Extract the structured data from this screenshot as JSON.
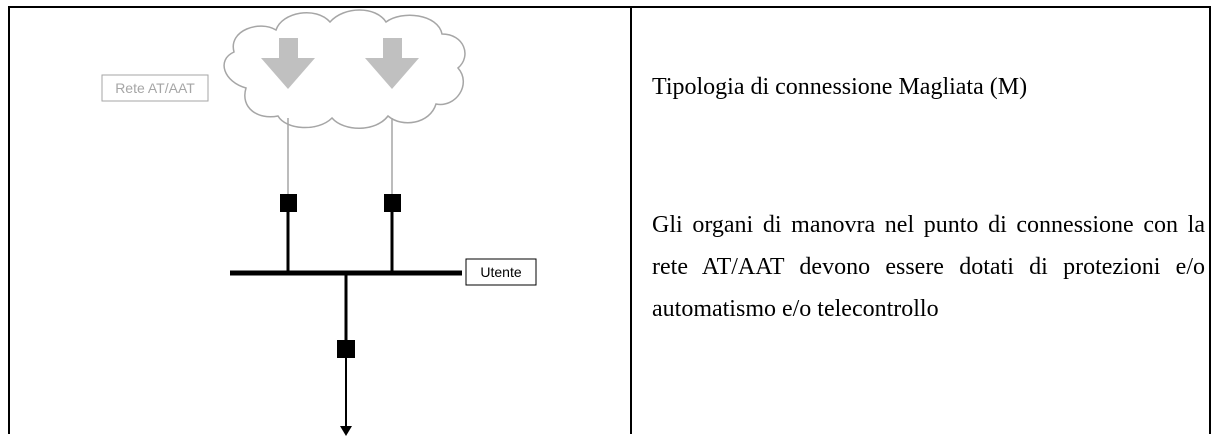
{
  "diagram": {
    "network_label": "Rete AT/AAT",
    "user_label": "Utente"
  },
  "text": {
    "title": "Tipologia di connessione Magliata (M)",
    "paragraph": "Gli organi di manovra nel punto di connessione con la rete AT/AAT devono essere dotati di protezioni e/o automatismo e/o telecontrollo"
  },
  "colors": {
    "cloud_stroke": "#a6a6a6",
    "arrow_fill": "#c0c0c0",
    "line": "#000000"
  }
}
